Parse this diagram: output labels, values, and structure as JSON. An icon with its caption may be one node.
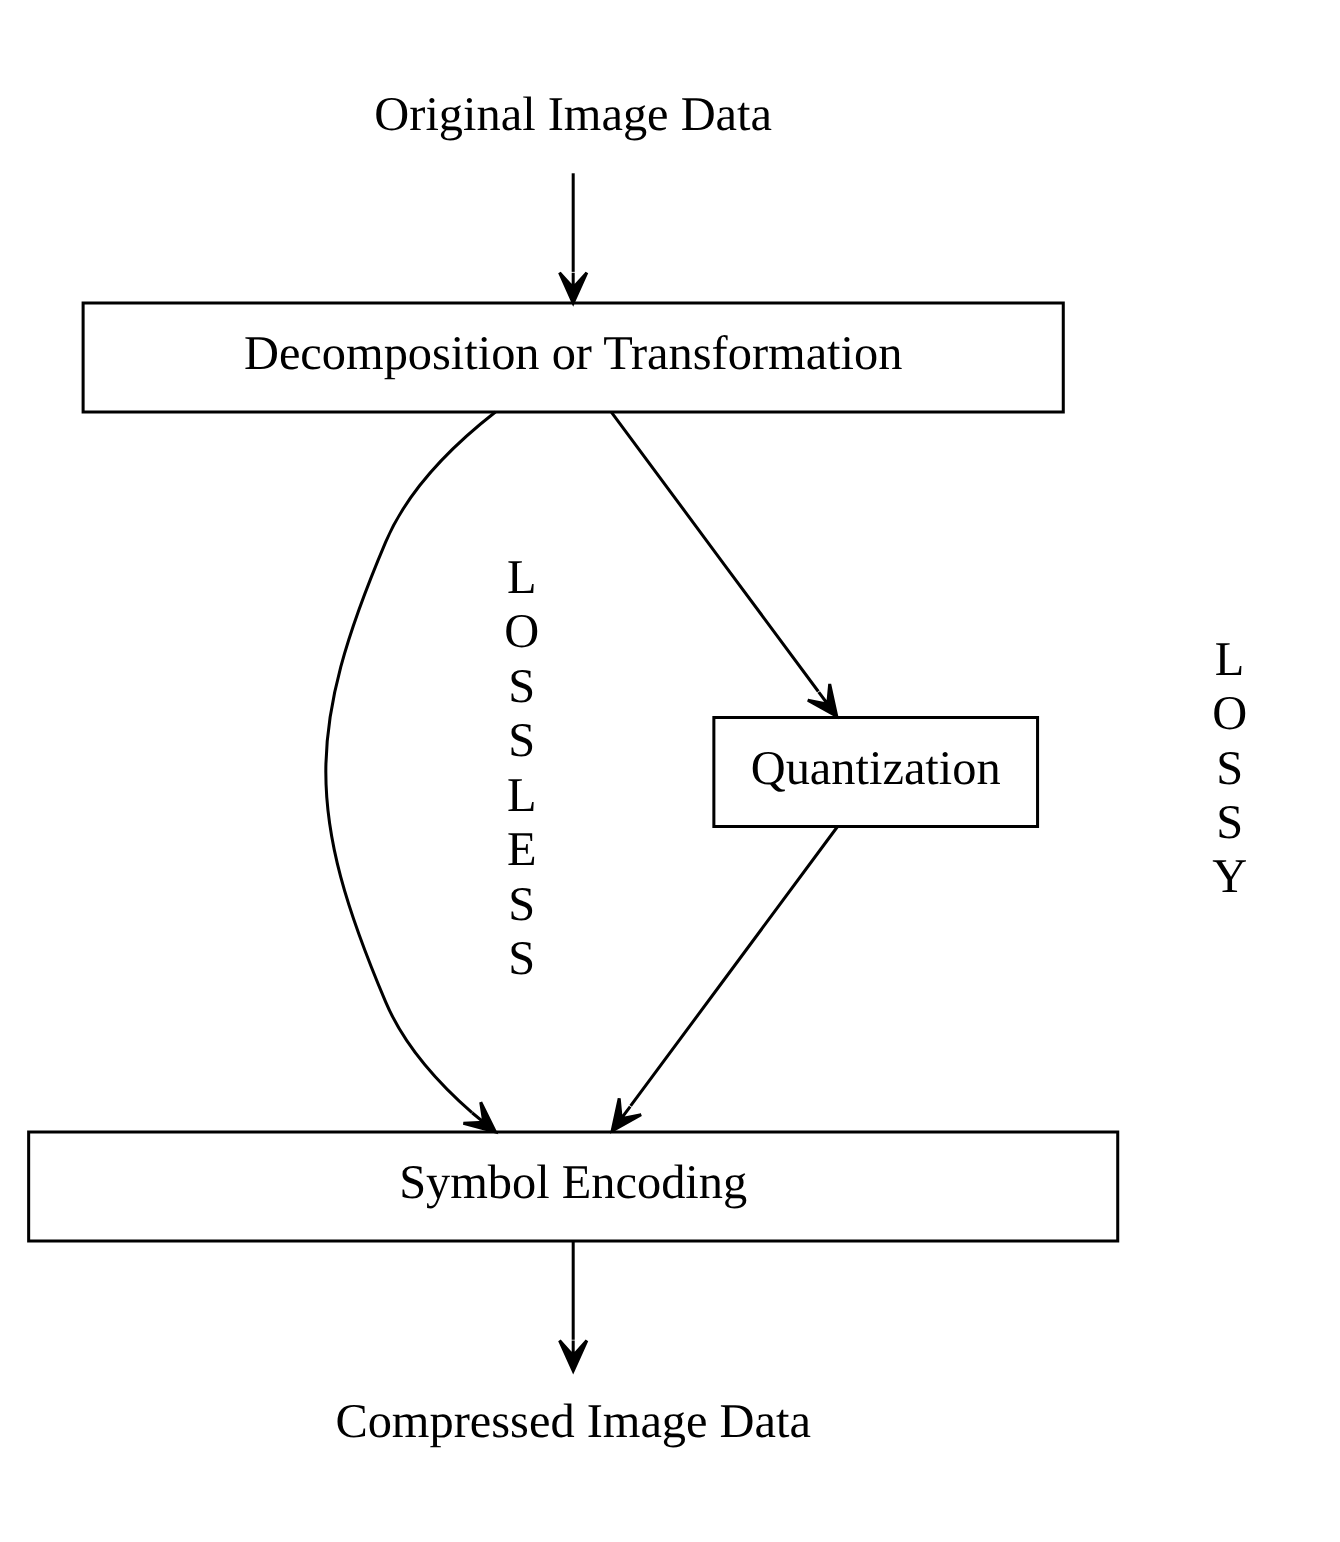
{
  "diagram": {
    "nodes": [
      {
        "text": [
          "Original Image Data"
        ]
      },
      {
        "text": [
          "Decomposition or Transformation"
        ]
      },
      {
        "text": [
          "Quantization"
        ]
      },
      {
        "text": [
          "Symbol Encoding"
        ]
      },
      {
        "text": [
          "Compressed Image Data"
        ]
      }
    ],
    "edges": [
      {
        "from": 0,
        "to": 1,
        "arrow": "to"
      },
      {
        "from": 1,
        "to": 3,
        "arrow": "to"
      },
      {
        "from": 1,
        "to": 2,
        "arrow": "to"
      },
      {
        "from": 2,
        "to": 3,
        "arrow": "to"
      },
      {
        "from": 3,
        "to": 4,
        "arrow": "to"
      }
    ],
    "labels": [
      "LOSSLESS",
      "LOSSY"
    ]
  }
}
